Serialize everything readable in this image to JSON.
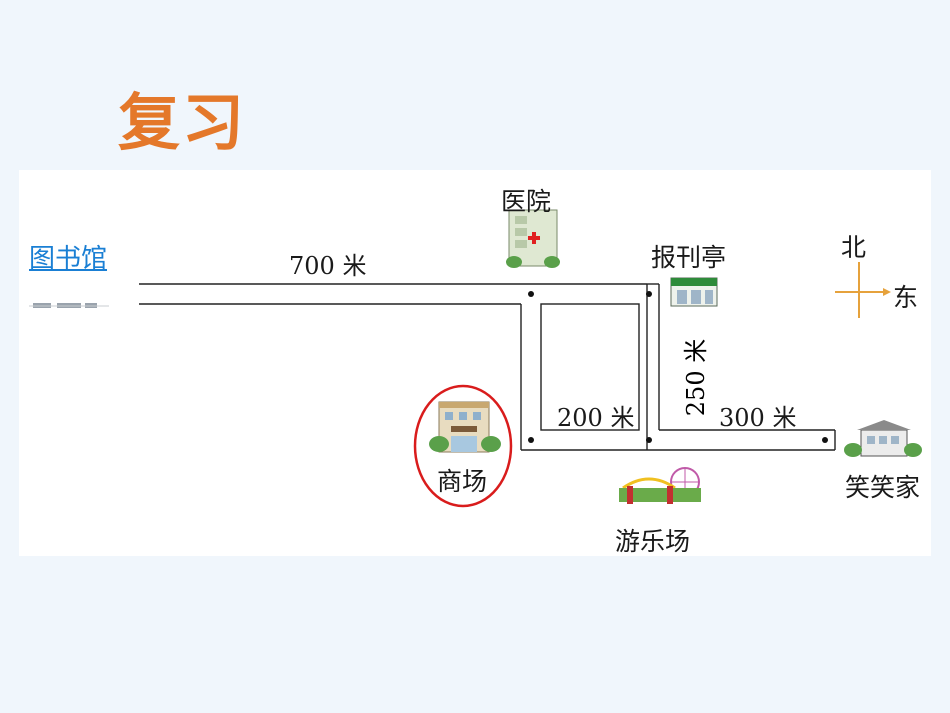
{
  "slide": {
    "title": "复习"
  },
  "map": {
    "link_label": "图书馆",
    "places": {
      "hospital": "医院",
      "newsstand": "报刊亭",
      "mall": "商场",
      "amusement_park": "游乐场",
      "home": "笑笑家"
    },
    "distances": {
      "top_road": "700 米",
      "inner_road": "200 米",
      "vertical_road": "250 米",
      "home_road": "300 米"
    },
    "compass": {
      "north": "北",
      "east": "东"
    },
    "colors": {
      "highlight_circle": "#d91c1c",
      "compass": "#e6a23c",
      "link": "#1a7fd4"
    }
  }
}
